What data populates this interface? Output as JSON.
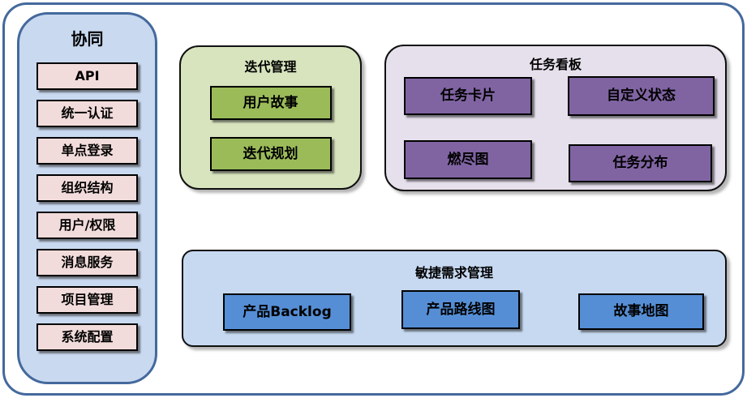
{
  "sidebar": {
    "title": "协同",
    "items": [
      "API",
      "统一认证",
      "单点登录",
      "组织结构",
      "用户/权限",
      "消息服务",
      "项目管理",
      "系统配置"
    ]
  },
  "groups": [
    {
      "title": "迭代管理",
      "items": [
        "用户故事",
        "迭代规划"
      ]
    },
    {
      "title": "任务看板",
      "items": [
        "任务卡片",
        "自定义状态",
        "燃尽图",
        "任务分布"
      ]
    },
    {
      "title": "敏捷需求管理",
      "items": [
        "产品Backlog",
        "产品路线图",
        "故事地图"
      ]
    }
  ],
  "colors": {
    "frame_border": "#44699d",
    "sidebar_bg": "#c9d9f0",
    "sidebar_item_bg": "#f2dcdb",
    "iteration_bg": "#d7e4bd",
    "iteration_item_bg": "#9bbb59",
    "kanban_bg": "#e6e0ec",
    "kanban_item_bg": "#8064a2",
    "requirements_bg": "#c6d9f1",
    "requirements_item_bg": "#558ed5"
  }
}
